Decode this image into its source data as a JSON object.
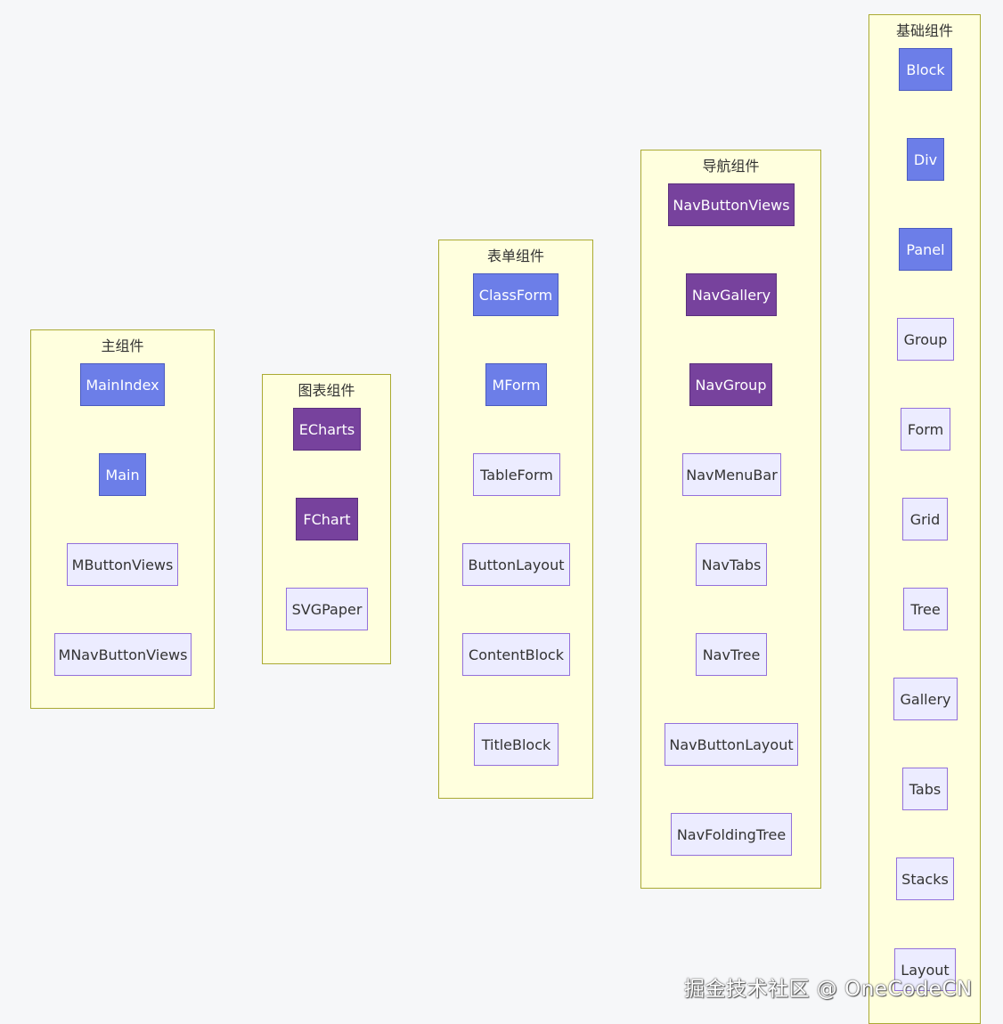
{
  "colors": {
    "group_fill": "#ffffde",
    "group_border": "#aaaa33",
    "node_blue": "#6c7ee8",
    "node_purple": "#77429d",
    "node_light": "#ececff",
    "node_light_border": "#9370db"
  },
  "groups": [
    {
      "title": "主组件",
      "nodes": [
        {
          "label": "MainIndex",
          "style": "blue"
        },
        {
          "label": "Main",
          "style": "blue"
        },
        {
          "label": "MButtonViews",
          "style": "light"
        },
        {
          "label": "MNavButtonViews",
          "style": "light"
        }
      ]
    },
    {
      "title": "图表组件",
      "nodes": [
        {
          "label": "ECharts",
          "style": "purple"
        },
        {
          "label": "FChart",
          "style": "purple"
        },
        {
          "label": "SVGPaper",
          "style": "light"
        }
      ]
    },
    {
      "title": "表单组件",
      "nodes": [
        {
          "label": "ClassForm",
          "style": "blue"
        },
        {
          "label": "MForm",
          "style": "blue"
        },
        {
          "label": "TableForm",
          "style": "light"
        },
        {
          "label": "ButtonLayout",
          "style": "light"
        },
        {
          "label": "ContentBlock",
          "style": "light"
        },
        {
          "label": "TitleBlock",
          "style": "light"
        }
      ]
    },
    {
      "title": "导航组件",
      "nodes": [
        {
          "label": "NavButtonViews",
          "style": "purple"
        },
        {
          "label": "NavGallery",
          "style": "purple"
        },
        {
          "label": "NavGroup",
          "style": "purple"
        },
        {
          "label": "NavMenuBar",
          "style": "light"
        },
        {
          "label": "NavTabs",
          "style": "light"
        },
        {
          "label": "NavTree",
          "style": "light"
        },
        {
          "label": "NavButtonLayout",
          "style": "light"
        },
        {
          "label": "NavFoldingTree",
          "style": "light"
        }
      ]
    },
    {
      "title": "基础组件",
      "nodes": [
        {
          "label": "Block",
          "style": "blue"
        },
        {
          "label": "Div",
          "style": "blue"
        },
        {
          "label": "Panel",
          "style": "blue"
        },
        {
          "label": "Group",
          "style": "light"
        },
        {
          "label": "Form",
          "style": "light"
        },
        {
          "label": "Grid",
          "style": "light"
        },
        {
          "label": "Tree",
          "style": "light"
        },
        {
          "label": "Gallery",
          "style": "light"
        },
        {
          "label": "Tabs",
          "style": "light"
        },
        {
          "label": "Stacks",
          "style": "light"
        },
        {
          "label": "Layout",
          "style": "light"
        }
      ]
    }
  ],
  "watermark": "掘金技术社区 @ OneCodeCN"
}
